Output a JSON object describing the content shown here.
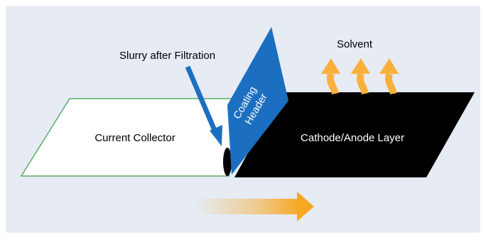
{
  "labels": {
    "slurry": "Slurry after Filtration",
    "solvent": "Solvent",
    "coating_header_line1": "Coating",
    "coating_header_line2": "Header",
    "current_collector": "Current Collector",
    "cathode_anode_layer": "Cathode/Anode Layer"
  },
  "colors": {
    "panel_background": "#e6ebf4",
    "collector_fill": "#ffffff",
    "collector_stroke": "#3aa04a",
    "layer_fill": "#000000",
    "header_fill": "#1c6fc0",
    "slurry_arrow": "#1c6fc0",
    "solvent_arrows": "#fbb03b",
    "direction_arrow": "#f7a823",
    "text_dark": "#000000",
    "text_light": "#ffffff"
  },
  "icons": {
    "solvent": "curved-up-arrow",
    "direction": "right-arrow"
  }
}
